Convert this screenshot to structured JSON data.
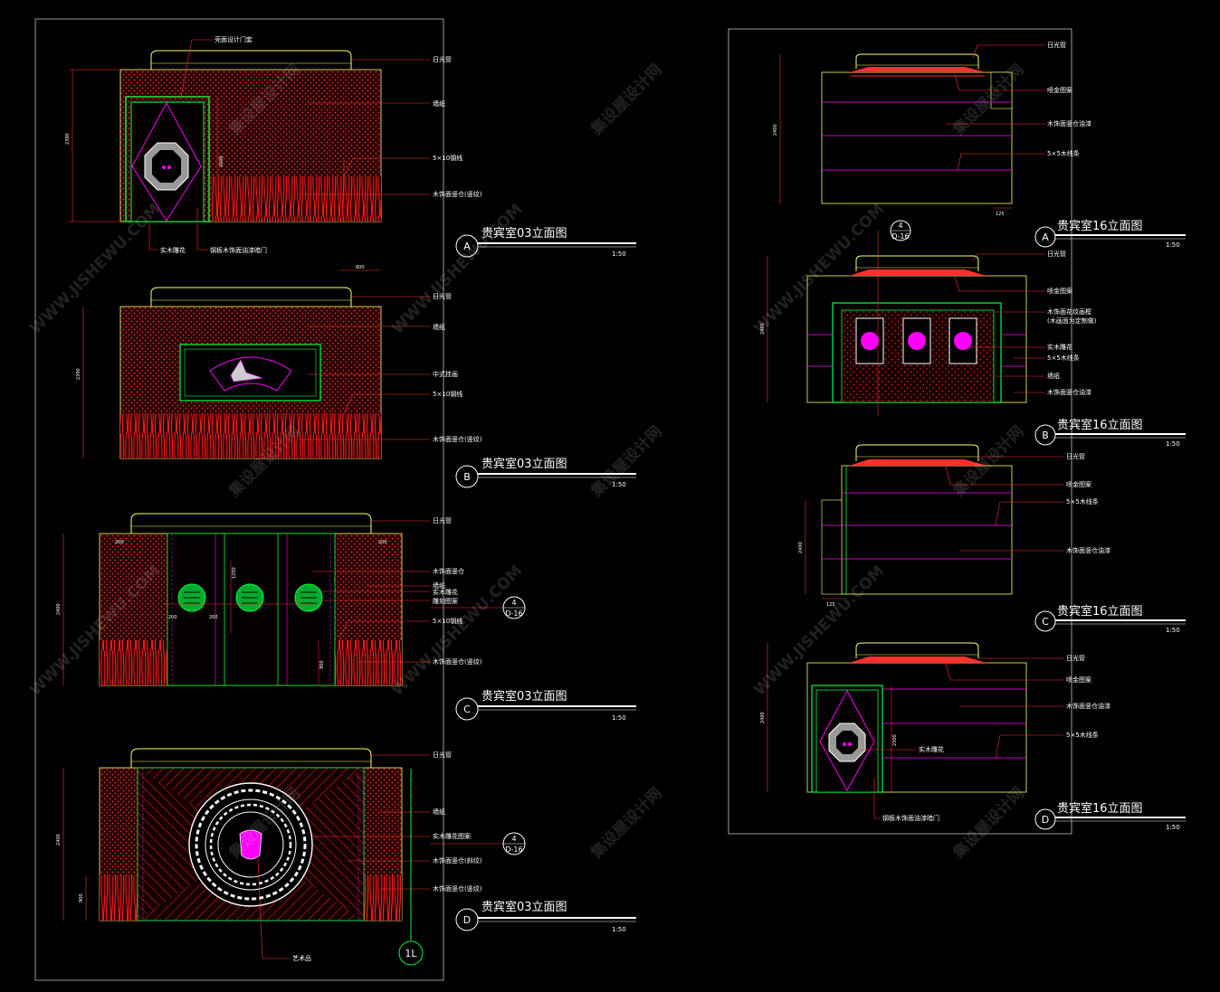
{
  "colors": {
    "background": "#000000",
    "frame": "#ffffff",
    "outline": "#ffff66",
    "wall_fill": "#ff2020",
    "panel": "#00ff40",
    "accent": "#ff00ff",
    "dimension": "#ff3030",
    "text": "#ffffff"
  },
  "left_sheet": {
    "A": {
      "tag": "A",
      "title": "贵宾室03立面图",
      "scale": "1:50",
      "labels": [
        "日光管",
        "墙纸",
        "5×10钢线",
        "木饰面竖仓(竖纹)"
      ],
      "bottom_labels": [
        "实木雕花",
        "钢板木饰面油漆暗门"
      ],
      "top_label": "壳面设计门套",
      "dims": [
        "2390",
        "2600"
      ]
    },
    "B": {
      "tag": "B",
      "title": "贵宾室03立面图",
      "scale": "1:50",
      "labels": [
        "日光管",
        "墙纸",
        "中式挂画",
        "5×10钢线",
        "木饰面竖仓(竖纹)"
      ],
      "dims": [
        "2390",
        "600"
      ]
    },
    "C": {
      "tag": "C",
      "title": "贵宾室03立面图",
      "scale": "1:50",
      "labels": [
        "日光管",
        "木饰面竖仓",
        "墙纸",
        "实木雕花",
        "雕刻图案",
        "5×10钢线",
        "木饰面竖仓(竖纹)"
      ],
      "dims": [
        "2400",
        "200",
        "200",
        "200",
        "200",
        "900",
        "1200"
      ],
      "section_top": "4",
      "section_bottom": "D-16"
    },
    "D": {
      "tag": "D",
      "title": "贵宾室03立面图",
      "scale": "1:50",
      "labels": [
        "日光管",
        "墙纸",
        "实木雕花图案",
        "木饰面竖仓(斜纹)",
        "木饰面竖仓(竖纹)"
      ],
      "bottom_labels": [
        "艺术品"
      ],
      "dims": [
        "2400",
        "900"
      ],
      "section_top": "4",
      "section_bottom": "D-16",
      "side_mark": "1L"
    }
  },
  "right_sheet": {
    "A": {
      "tag": "A",
      "title": "贵宾室16立面图",
      "scale": "1:50",
      "labels": [
        "日光管",
        "喷金图案",
        "木饰面竖仓油漆",
        "5×5木线条"
      ],
      "dims": [
        "2400",
        "125"
      ]
    },
    "B": {
      "tag": "B",
      "title": "贵宾室16立面图",
      "scale": "1:50",
      "labels": [
        "日光管",
        "喷金图案",
        "木饰面花纹画框",
        "(木画面为定制做)",
        "实木雕花",
        "5×5木线条",
        "墙纸",
        "木饰面竖仓油漆"
      ],
      "dims": [
        "2400"
      ],
      "section_top": "4",
      "section_bottom": "D-16"
    },
    "C": {
      "tag": "C",
      "title": "贵宾室16立面图",
      "scale": "1:50",
      "labels": [
        "日光管",
        "喷金图案",
        "5×5木线条",
        "木饰面竖仓油漆"
      ],
      "dims": [
        "2400",
        "125"
      ]
    },
    "D": {
      "tag": "D",
      "title": "贵宾室16立面图",
      "scale": "1:50",
      "labels": [
        "日光管",
        "喷金图案",
        "木饰面竖仓油漆",
        "5×5木线条",
        "实木雕花"
      ],
      "bottom_labels": [
        "钢板木饰面油漆暗门"
      ],
      "dims": [
        "2400",
        "2300"
      ]
    }
  },
  "watermarks": [
    "集设屋设计网",
    "WWW.JISHEWU.COM"
  ]
}
